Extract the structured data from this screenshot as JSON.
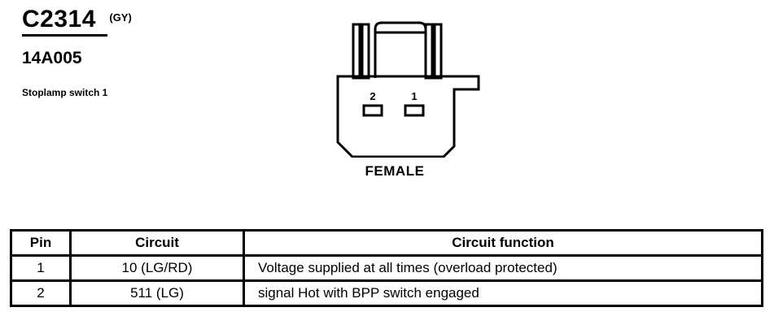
{
  "connector": {
    "id": "C2314",
    "color_code": "(GY)",
    "part_number": "14A005",
    "description": "Stoplamp switch 1",
    "gender": "FEMALE",
    "pin_labels": [
      "2",
      "1"
    ]
  },
  "table": {
    "headers": {
      "pin": "Pin",
      "circuit": "Circuit",
      "function": "Circuit function"
    },
    "rows": [
      {
        "pin": "1",
        "circuit": "10 (LG/RD)",
        "function": "Voltage supplied at all times (overload protected)"
      },
      {
        "pin": "2",
        "circuit": "511 (LG)",
        "function": "signal Hot with BPP switch engaged"
      }
    ]
  }
}
